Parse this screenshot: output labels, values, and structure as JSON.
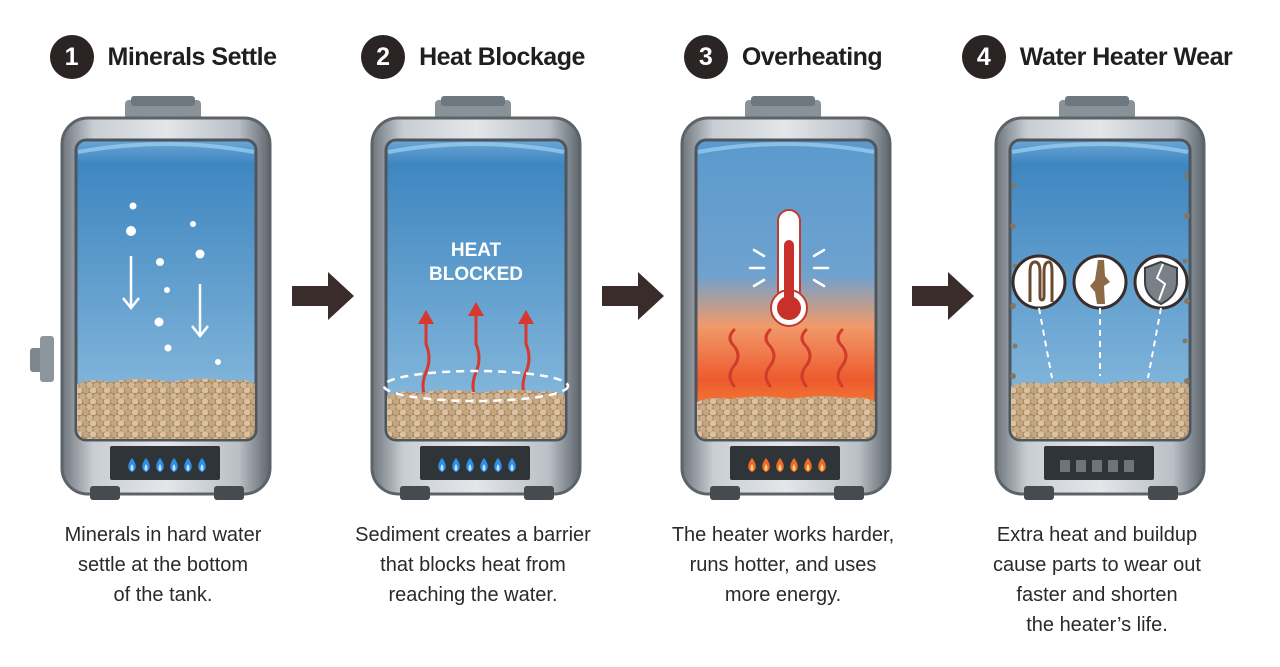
{
  "steps": [
    {
      "number": "1",
      "title": "Minerals Settle",
      "description_lines": [
        "Minerals in hard water",
        "settle at the bottom",
        "of the tank."
      ],
      "icons": [
        "falling-minerals",
        "sediment-layer",
        "blue-flame"
      ]
    },
    {
      "number": "2",
      "title": "Heat Blockage",
      "label_lines": [
        "HEAT",
        "BLOCKED"
      ],
      "description_lines": [
        "Sediment creates a barrier",
        "that blocks heat from",
        "reaching the water."
      ],
      "icons": [
        "heat-arrows",
        "barrier-line",
        "blue-flame"
      ]
    },
    {
      "number": "3",
      "title": "Overheating",
      "description_lines": [
        "The heater works harder,",
        "runs hotter, and uses",
        "more energy."
      ],
      "icons": [
        "thermometer",
        "heat-waves",
        "orange-flame"
      ]
    },
    {
      "number": "4",
      "title": "Water Heater Wear",
      "description_lines": [
        "Extra heat and buildup",
        "cause parts to wear out",
        "faster and shorten",
        "the heater’s life."
      ],
      "icons": [
        "heating-element",
        "anode-rod",
        "cracked-shield",
        "off-burner"
      ]
    }
  ],
  "colors": {
    "water_top": "#4d92c7",
    "water_bottom": "#a6cce6",
    "sediment": "#b89a78",
    "steel": "#9da4ab",
    "badge": "#2b2424",
    "arrow": "#3a2c2a",
    "heat_red": "#d8382e",
    "flame_blue": "#2e8fe6"
  }
}
